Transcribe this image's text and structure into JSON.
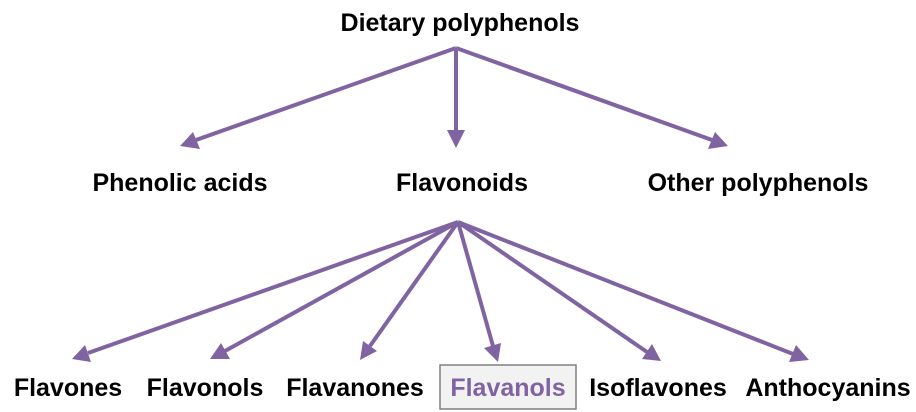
{
  "diagram": {
    "root": {
      "label": "Dietary polyphenols"
    },
    "level1": [
      {
        "id": "phenolic-acids",
        "label": "Phenolic acids"
      },
      {
        "id": "flavonoids",
        "label": "Flavonoids"
      },
      {
        "id": "other-polyphenols",
        "label": "Other polyphenols"
      }
    ],
    "level2": [
      {
        "id": "flavones",
        "label": "Flavones"
      },
      {
        "id": "flavonols",
        "label": "Flavonols"
      },
      {
        "id": "flavanones",
        "label": "Flavanones"
      },
      {
        "id": "flavanols",
        "label": "Flavanols",
        "highlighted": true
      },
      {
        "id": "isoflavones",
        "label": "Isoflavones"
      },
      {
        "id": "anthocyanins",
        "label": "Anthocyanins"
      }
    ],
    "colors": {
      "arrow": "#8064a2",
      "text": "#000000",
      "highlight_text": "#8064a2",
      "highlight_box_fill": "#f2f2f2",
      "highlight_box_border": "#808080"
    }
  }
}
